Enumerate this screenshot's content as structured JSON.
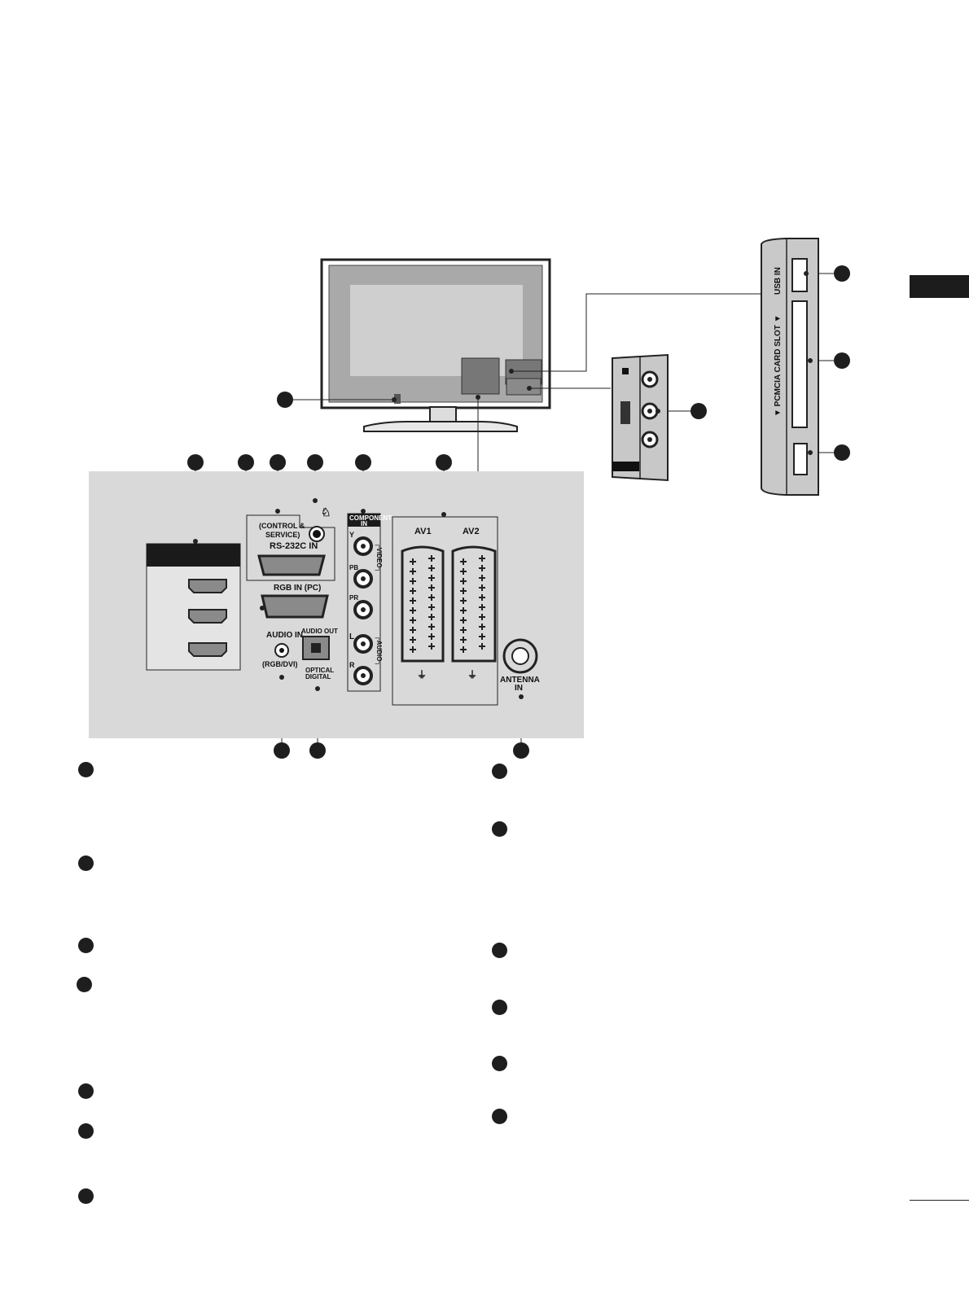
{
  "side_panel": {
    "usb_label": "USB IN",
    "pcmcia_label": "▼ PCMCIA CARD SLOT ▼"
  },
  "rear_panel": {
    "control_label_1": "(CONTROL &",
    "control_label_2": "SERVICE)",
    "rs232_label": "RS-232C IN",
    "rgb_label": "RGB IN (PC)",
    "audio_in_label": "AUDIO IN",
    "audio_in_sub": "(RGB/DVI)",
    "audio_out_label": "AUDIO OUT",
    "optical_label_1": "OPTICAL",
    "optical_label_2": "DIGITAL",
    "component_label_1": "COMPONENT",
    "component_label_2": "IN",
    "y_label": "Y",
    "pb_label": "PB",
    "pr_label": "PR",
    "l_label": "L",
    "r_label": "R",
    "video_label": "┌VIDEO┐",
    "audio_label": "┌AUDIO┐",
    "av1_label": "AV1",
    "av2_label": "AV2",
    "antenna_label_1": "ANTENNA",
    "antenna_label_2": "IN"
  },
  "colors": {
    "panel_bg": "#d9d9d9",
    "port_fill": "#8a8a8a",
    "tab_black": "#1c1c1c"
  }
}
